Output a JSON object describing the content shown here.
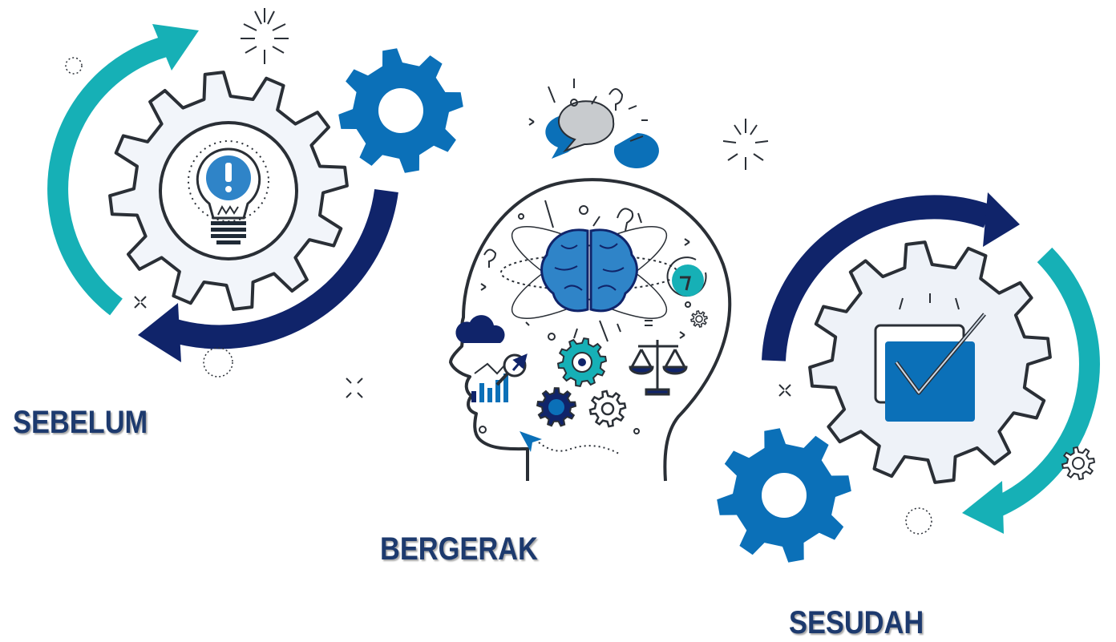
{
  "labels": {
    "before": "SEBELUM",
    "moving": "BERGERAK",
    "after": "SESUDAH"
  },
  "colors": {
    "navy": "#10246a",
    "label": "#1d3a6e",
    "blue": "#0b70b8",
    "teal": "#16b0b6",
    "gear_fill": "#f2f5fa",
    "outline": "#2a2f36",
    "bulb_blue": "#2f84c8"
  },
  "icons": [
    "lightbulb-icon",
    "checkbox-check-icon",
    "brain-icon",
    "speech-bubble-icon",
    "cloud-icon",
    "bar-chart-icon",
    "magnifier-icon",
    "scale-icon",
    "clock-icon",
    "cursor-arrow-icon"
  ]
}
